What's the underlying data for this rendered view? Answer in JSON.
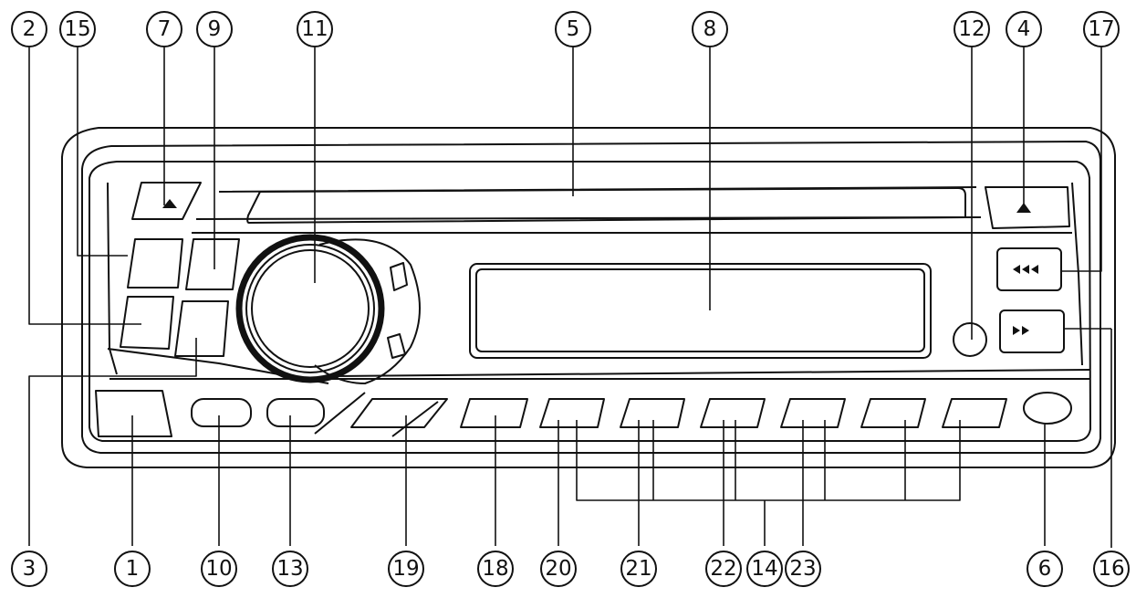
{
  "colors": {
    "line": "#111111",
    "background": "#ffffff"
  },
  "callouts": {
    "top": [
      "2",
      "15",
      "7",
      "9",
      "11",
      "5",
      "8",
      "12",
      "4",
      "17"
    ],
    "bottom": [
      "3",
      "1",
      "10",
      "13",
      "19",
      "18",
      "20",
      "21",
      "22",
      "14",
      "23",
      "6",
      "16"
    ]
  },
  "icons": {
    "eject_left": "eject-icon",
    "eject_right": "eject-icon",
    "next": "next-track-icon",
    "prev": "previous-track-icon"
  }
}
